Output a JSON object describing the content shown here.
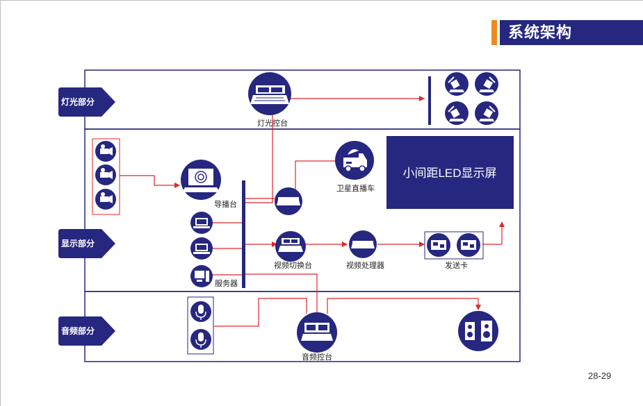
{
  "header": {
    "title": "系统架构"
  },
  "page_number": "28-29",
  "sections": {
    "lighting": "灯光部分",
    "display": "显示部分",
    "audio": "音频部分"
  },
  "labels": {
    "lighting_console": "灯光控台",
    "director_console": "导播台",
    "satellite_truck": "卫星直播车",
    "video_switcher": "视频切换台",
    "video_processor": "视频处理器",
    "sending_card": "发送卡",
    "server": "服务器",
    "audio_console": "音频控台"
  },
  "led_screen": {
    "text": "小间距LED显示屏"
  },
  "colors": {
    "navy": "#26277f",
    "accent": "#f08a1e",
    "line": "#e0262b",
    "frame": "#26277f"
  }
}
